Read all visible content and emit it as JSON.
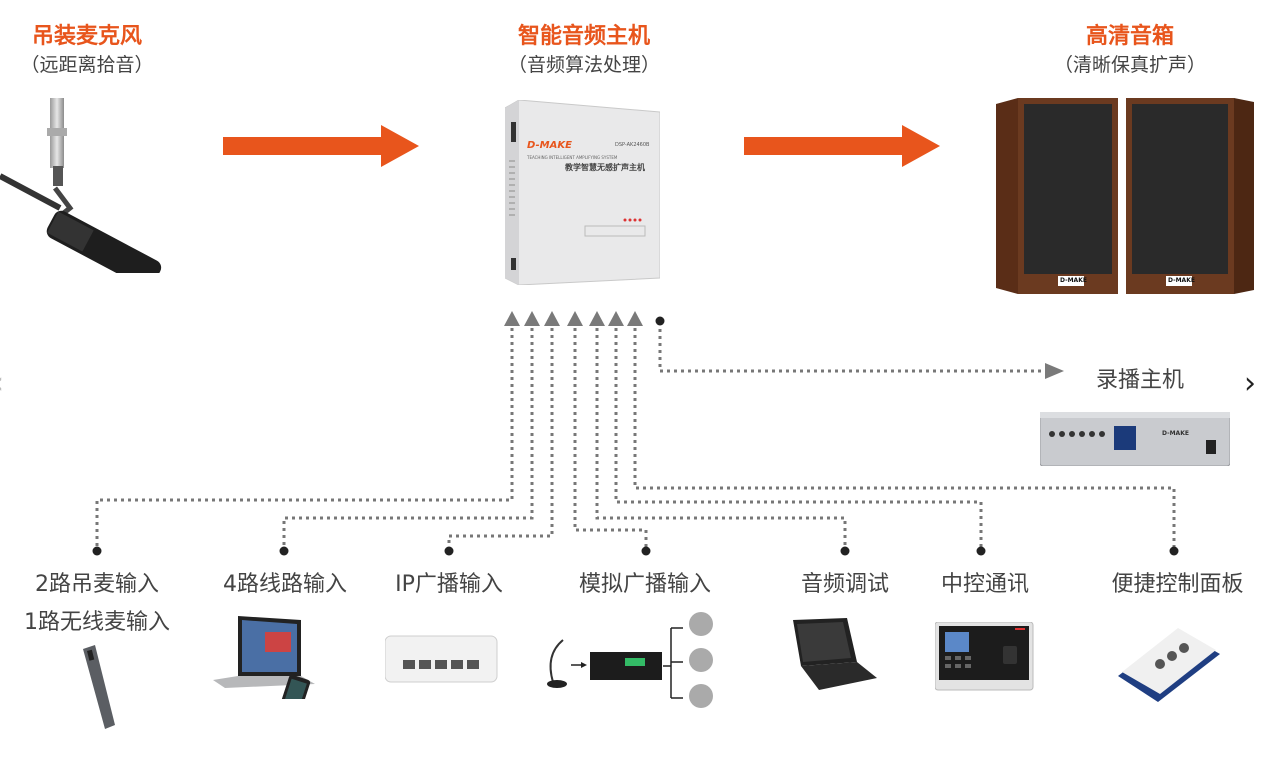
{
  "top": {
    "mic": {
      "title": "吊装麦克风",
      "subtitle": "（远距离拾音）"
    },
    "host": {
      "title": "智能音频主机",
      "subtitle": "（音频算法处理）",
      "brand": "D-MAKE",
      "model": "DSP-AK2460B",
      "name_line": "教学智慧无感扩声主机",
      "tagline": "TEACHING INTELLIGENT AMPLIFYING SYSTEM"
    },
    "speaker": {
      "title": "高清音箱",
      "subtitle": "（清晰保真扩声）",
      "brand": "D-MAKE"
    }
  },
  "recorder": {
    "title": "录播主机",
    "brand": "D-MAKE"
  },
  "inputs": [
    {
      "label": "2路吊麦输入",
      "label2": "1路无线麦输入"
    },
    {
      "label": "4路线路输入"
    },
    {
      "label": "IP广播输入"
    },
    {
      "label": "模拟广播输入"
    },
    {
      "label": "音频调试"
    },
    {
      "label": "中控通讯"
    },
    {
      "label": "便捷控制面板"
    }
  ],
  "nav": {
    "prev": "‹",
    "next": "›"
  },
  "colors": {
    "accent": "#e8551c",
    "line": "#777777",
    "arrow": "#7a7a7a"
  }
}
